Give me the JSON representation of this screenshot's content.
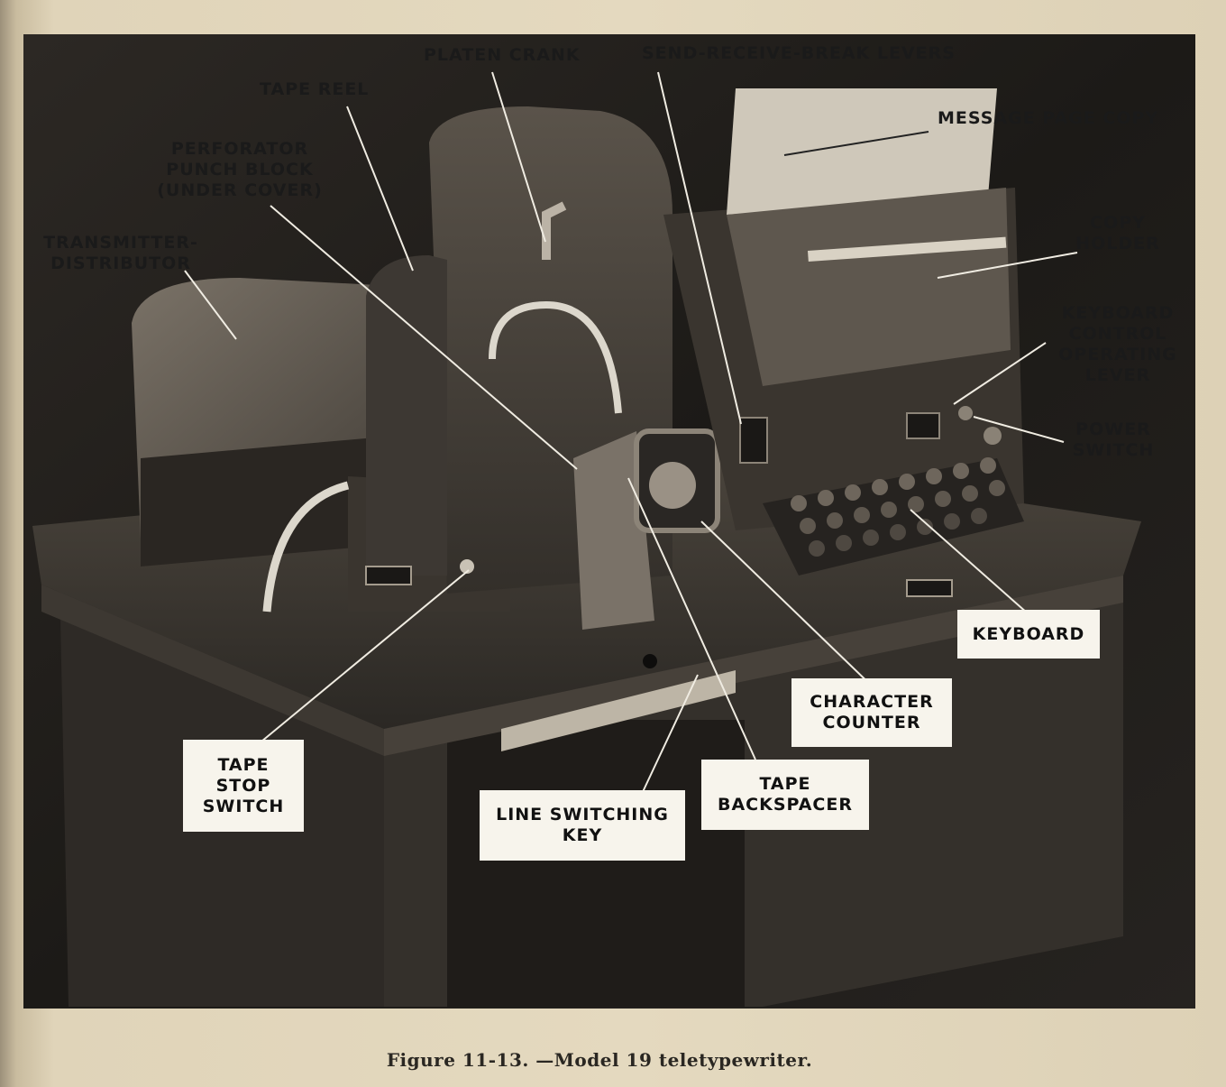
{
  "figure": {
    "caption": "Figure 11-13. —Model 19 teletypewriter.",
    "background_color": "#1e1b18",
    "paper_color": "#e0d4b9"
  },
  "callouts": {
    "platen_crank": "PLATEN CRANK",
    "send_receive_break_levers": "SEND-RECEIVE-BREAK LEVERS",
    "tape_reel": "TAPE REEL",
    "message_page_copy": "MESSAGE PAGE COPY",
    "perforator_punch_block": [
      "PERFORATOR",
      "PUNCH BLOCK",
      "(UNDER COVER)"
    ],
    "transmitter_distributor": [
      "TRANSMITTER-",
      "DISTRIBUTOR"
    ],
    "copy_holder": [
      "COPY",
      "HOLDER"
    ],
    "keyboard_control_operating_lever": [
      "KEYBOARD",
      "CONTROL",
      "OPERATING",
      "LEVER"
    ],
    "power_switch": [
      "POWER",
      "SWITCH"
    ],
    "keyboard": "KEYBOARD",
    "character_counter": [
      "CHARACTER",
      "COUNTER"
    ],
    "tape_stop_switch": [
      "TAPE",
      "STOP",
      "SWITCH"
    ],
    "tape_backspacer": [
      "TAPE",
      "BACKSPACER"
    ],
    "line_switching_key": [
      "LINE SWITCHING",
      "KEY"
    ]
  }
}
